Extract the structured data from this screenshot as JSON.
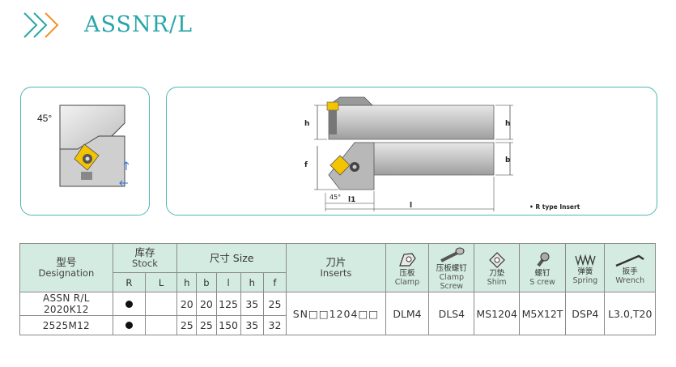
{
  "header": {
    "title": "ASSNR/L",
    "chevron_colors": [
      "#2aa6a8",
      "#f0922d"
    ]
  },
  "diagram_angle": {
    "angle_label": "45°"
  },
  "diagram_tool": {
    "dim_h_left": "h",
    "dim_h_right": "h",
    "dim_f": "f",
    "dim_b": "b",
    "dim_angle": "45°",
    "dim_l1": "l1",
    "dim_l": "l",
    "note": "• R type Insert"
  },
  "table": {
    "designation_cn": "型号",
    "designation_en": "Designation",
    "stock_cn": "库存",
    "stock_en": "Stock",
    "stock_r": "R",
    "stock_l": "L",
    "size_label": "尺寸 Size",
    "size_cols": [
      "h",
      "b",
      "l",
      "h",
      "f"
    ],
    "inserts_cn": "刀片",
    "inserts_en": "Inserts",
    "accessories": [
      {
        "cn": "压板",
        "en": "Clamp",
        "icon": "clamp-icon"
      },
      {
        "cn": "压板螺钉",
        "en": "Clamp Screw",
        "icon": "clamp-screw-icon"
      },
      {
        "cn": "刀垫",
        "en": "Shim",
        "icon": "shim-icon"
      },
      {
        "cn": "螺钉",
        "en": "S crew",
        "icon": "screw-icon"
      },
      {
        "cn": "弹簧",
        "en": "Spring",
        "icon": "spring-icon"
      },
      {
        "cn": "扳手",
        "en": "Wrench",
        "icon": "wrench-icon"
      }
    ],
    "rows": [
      {
        "designation_prefix": "ASSN R/L",
        "designation": "2020K12",
        "stock_r": true,
        "stock_l": false,
        "h": "20",
        "b": "20",
        "l": "125",
        "h2": "35",
        "f": "25"
      },
      {
        "designation_prefix": "",
        "designation": "2525M12",
        "stock_r": true,
        "stock_l": false,
        "h": "25",
        "b": "25",
        "l": "150",
        "h2": "35",
        "f": "32"
      }
    ],
    "shared": {
      "insert": "SN□□1204□□",
      "clamp": "DLM4",
      "clamp_screw": "DLS4",
      "shim": "MS1204",
      "screw": "M5X12T",
      "spring": "DSP4",
      "wrench": "L3.0,T20"
    }
  }
}
